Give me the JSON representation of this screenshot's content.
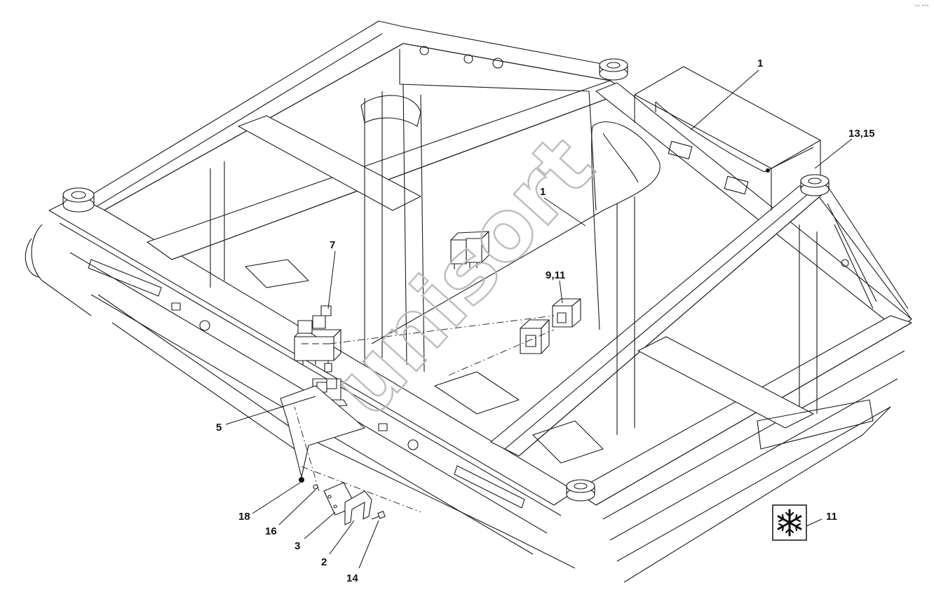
{
  "diagram": {
    "callouts": [
      {
        "id": "c1a",
        "label": "1"
      },
      {
        "id": "c1b",
        "label": "1"
      },
      {
        "id": "c1315",
        "label": "13,15"
      },
      {
        "id": "c7",
        "label": "7"
      },
      {
        "id": "c911",
        "label": "9,11"
      },
      {
        "id": "c5",
        "label": "5"
      },
      {
        "id": "c18",
        "label": "18"
      },
      {
        "id": "c16",
        "label": "16"
      },
      {
        "id": "c3",
        "label": "3"
      },
      {
        "id": "c2",
        "label": "2"
      },
      {
        "id": "c14",
        "label": "14"
      },
      {
        "id": "c11",
        "label": "11"
      }
    ],
    "watermark": "unisort",
    "corner_mark": "°° °°°",
    "icons": {
      "climate": "snowflake-icon"
    },
    "colors": {
      "line": "#1a1a1a",
      "background": "#ffffff",
      "watermark": "#b8b8b8"
    }
  }
}
